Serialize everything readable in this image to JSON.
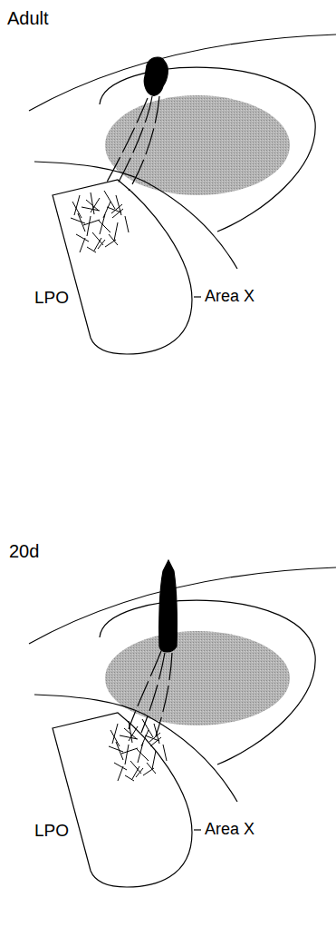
{
  "diagram": {
    "labels": [
      "Adult",
      "LPO",
      "Area X",
      "20d",
      "LPO",
      "Area X"
    ]
  }
}
